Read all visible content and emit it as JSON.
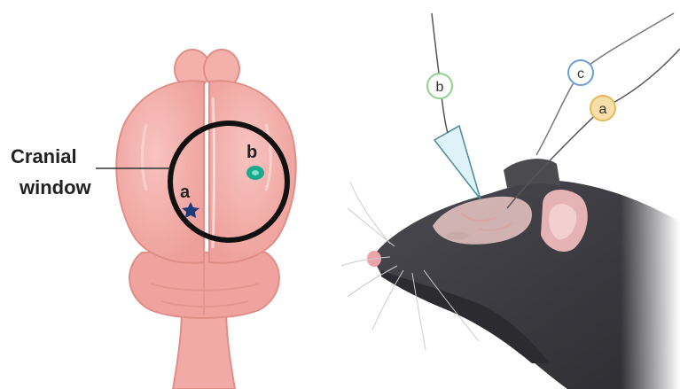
{
  "brain_panel": {
    "cranial_label_line1": "Cranial",
    "cranial_label_line2": "window",
    "marker_a_label": "a",
    "marker_b_label": "b"
  },
  "mouse_panel": {
    "electrode_b_label": "b",
    "electrode_c_label": "c",
    "electrode_a_label": "a"
  },
  "colors": {
    "brain_fill": "#f2aaa6",
    "brain_outline": "#e08e88",
    "window_ring": "#111111",
    "marker_a": "#1f3a7a",
    "marker_b": "#1aa88f",
    "electrode_b": "#8fd28c",
    "electrode_c": "#6a9fd8",
    "electrode_a": "#f0c070",
    "mouse_fur": "#3a3a3f",
    "mouse_nose": "#e8a4a8",
    "probe": "#dff2f8"
  }
}
